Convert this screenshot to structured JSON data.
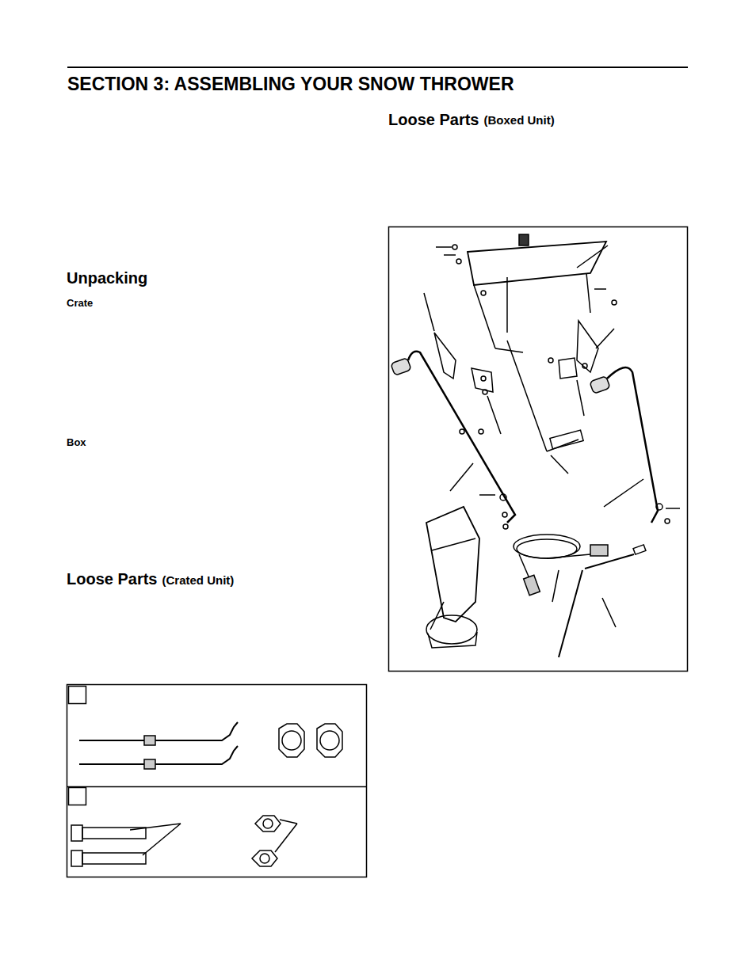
{
  "diagram": {
    "title": "SECTION 3:  ASSEMBLING YOUR SNOW THROWER",
    "labels": [
      "Loose Parts",
      "(Boxed Unit)",
      "Unpacking",
      "Crate",
      "Box",
      "Loose Parts",
      "(Crated Unit)"
    ]
  }
}
